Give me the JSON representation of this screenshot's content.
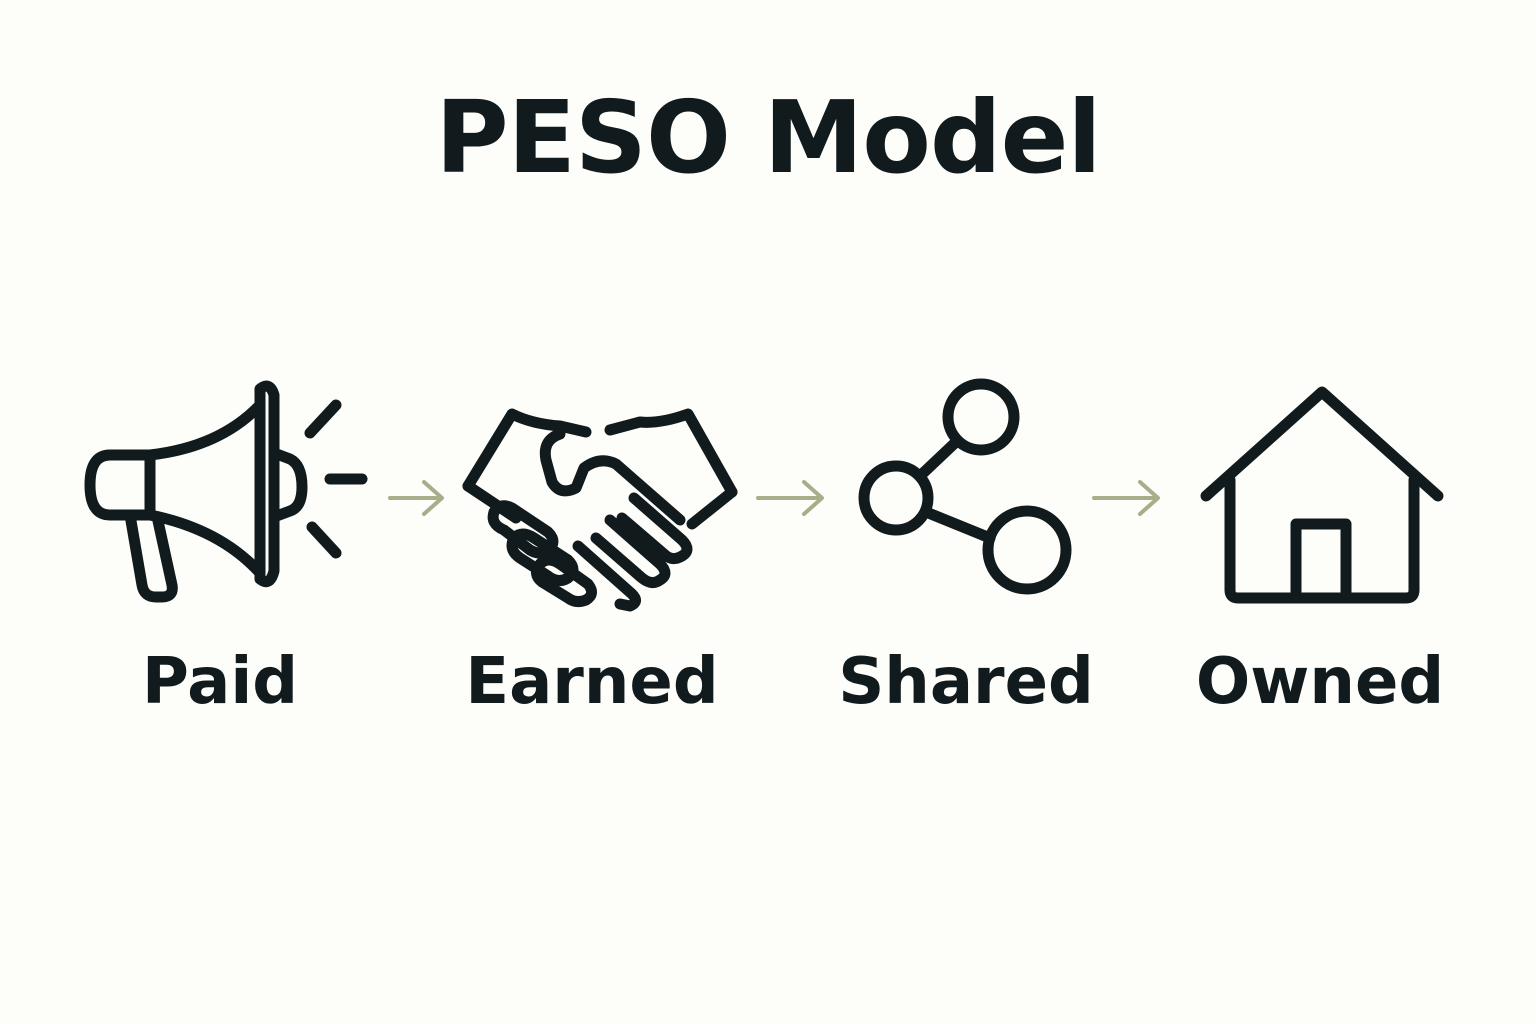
{
  "title": "PESO Model",
  "colors": {
    "text": "#111a1c",
    "icon_stroke": "#111a1c",
    "arrow": "#a9ae8a",
    "background": "#fdfdfa"
  },
  "steps": [
    {
      "label": "Paid",
      "icon": "megaphone-icon"
    },
    {
      "label": "Earned",
      "icon": "handshake-icon"
    },
    {
      "label": "Shared",
      "icon": "share-nodes-icon"
    },
    {
      "label": "Owned",
      "icon": "house-icon"
    }
  ],
  "connectors": [
    {
      "from": "Paid",
      "to": "Earned",
      "icon": "arrow-right-icon"
    },
    {
      "from": "Earned",
      "to": "Shared",
      "icon": "arrow-right-icon"
    },
    {
      "from": "Shared",
      "to": "Owned",
      "icon": "arrow-right-icon"
    }
  ]
}
